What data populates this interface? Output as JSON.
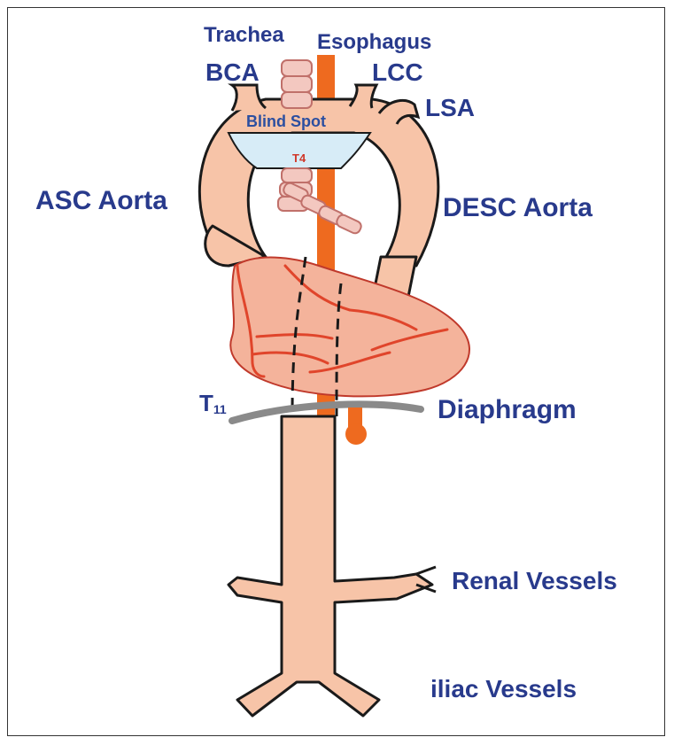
{
  "labels": {
    "trachea": "Trachea",
    "esophagus": "Esophagus",
    "bca": "BCA",
    "lcc": "LCC",
    "lsa": "LSA",
    "blind_spot": "Blind Spot",
    "t4": "T4",
    "asc_aorta": "ASC Aorta",
    "desc_aorta": "DESC Aorta",
    "t11_main": "T",
    "t11_sub": "11",
    "diaphragm": "Diaphragm",
    "renal_vessels": "Renal Vessels",
    "iliac_vessels": "iliac Vessels"
  },
  "colors": {
    "label_text": "#283a8c",
    "aorta_fill": "#f7c4a8",
    "outline": "#1a1a1a",
    "esophagus": "#ee6a1f",
    "blind_spot_fill": "#d7ecf7",
    "blind_spot_text": "#2c4fa0",
    "trachea_fill": "#f3c8c0",
    "heart_fill": "#f4b39b",
    "heart_outline": "#c0392b",
    "coronary": "#e0452b",
    "diaphragm": "#8a8a8a",
    "t4_text": "#d0382a"
  }
}
